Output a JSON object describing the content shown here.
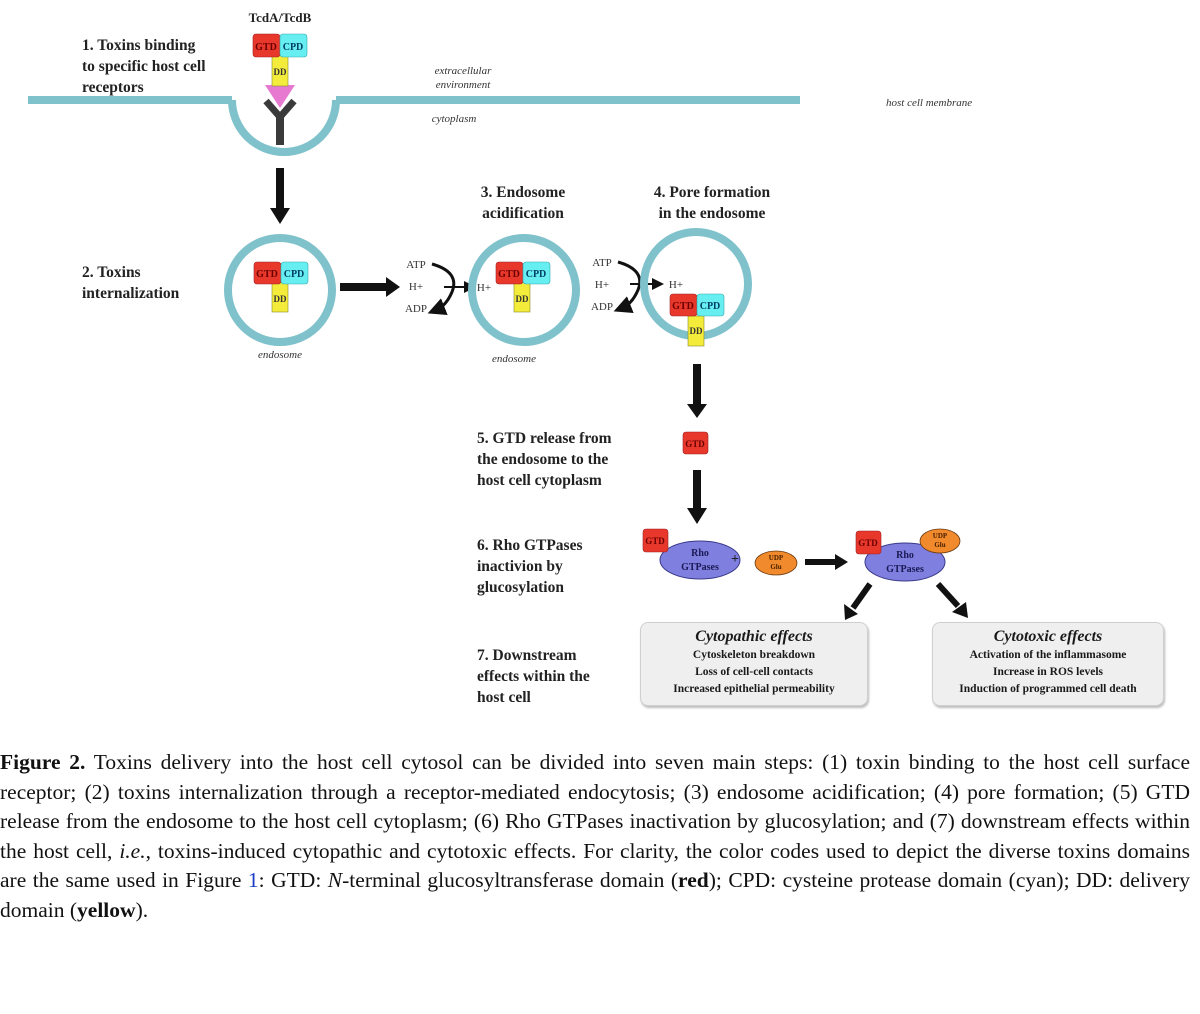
{
  "figure": {
    "toxin_name": "TcdA/TcdB",
    "domains": {
      "gtd": {
        "label": "GTD",
        "color": "#e8372b"
      },
      "cpd": {
        "label": "CPD",
        "color": "#66eef0"
      },
      "dd": {
        "label": "DD",
        "color": "#f3ec3a"
      }
    },
    "colors": {
      "membrane": "#7fc2cb",
      "receptor": "#3a3a3a",
      "receptor_ligand": "#e77ad0",
      "rho": "#7f7fe0",
      "udp": "#f08a2c",
      "arrow": "#111111"
    },
    "environment": {
      "extracellular": "extracellular\nenvironment",
      "cytoplasm": "cytoplasm",
      "membrane_label": "host cell membrane"
    },
    "steps": [
      {
        "id": 1,
        "label": "1. Toxins binding\nto specific host cell\nreceptors"
      },
      {
        "id": 2,
        "label": "2. Toxins\ninternalization"
      },
      {
        "id": 3,
        "label": "3. Endosome\nacidification"
      },
      {
        "id": 4,
        "label": "4. Pore formation\nin the endosome"
      },
      {
        "id": 5,
        "label": "5. GTD release from\nthe endosome to the\nhost cell cytoplasm"
      },
      {
        "id": 6,
        "label": "6. Rho GTPases\ninactivion by\nglucosylation"
      },
      {
        "id": 7,
        "label": "7. Downstream\neffects within the\nhost cell"
      }
    ],
    "endosome_label": "endosome",
    "atp": "ATP",
    "hplus": "H+",
    "adp": "ADP",
    "plus": "+",
    "rho_label": [
      "Rho",
      "GTPases"
    ],
    "udp_label": [
      "UDP",
      "Glu"
    ],
    "effects": {
      "cytopathic": {
        "title": "Cytopathic effects",
        "items": [
          "Cytoskeleton  breakdown",
          "Loss of cell-cell contacts",
          "Increased  epithelial permeability"
        ]
      },
      "cytotoxic": {
        "title": "Cytotoxic effects",
        "items": [
          "Activation of the inflammasome",
          "Increase  in ROS levels",
          "Induction  of programmed  cell death"
        ]
      }
    }
  },
  "caption": {
    "figure_label": "Figure 2.",
    "part1": " Toxins delivery into the host cell cytosol can be divided into seven main steps: (1) toxin binding to the host cell surface receptor; (2) toxins internalization through a receptor-mediated endocytosis; (3) endosome acidification; (4) pore formation; (5) GTD release from the endosome to the host cell cytoplasm; (6) Rho GTPases inactivation by glucosylation; and (7) downstream effects within the host cell, ",
    "ie": "i.e.",
    "part2": ", toxins-induced cytopathic and cytotoxic effects. For clarity, the color codes used to depict the diverse toxins domains are the same used in Figure ",
    "fig_ref": "1",
    "part3": ": GTD: ",
    "n_term": "N",
    "part4": "-terminal glucosyltransferase domain (",
    "red": "red",
    "part5": "); CPD: cysteine protease domain (cyan); DD: delivery domain (",
    "yellow": "yellow",
    "part6": ")."
  }
}
